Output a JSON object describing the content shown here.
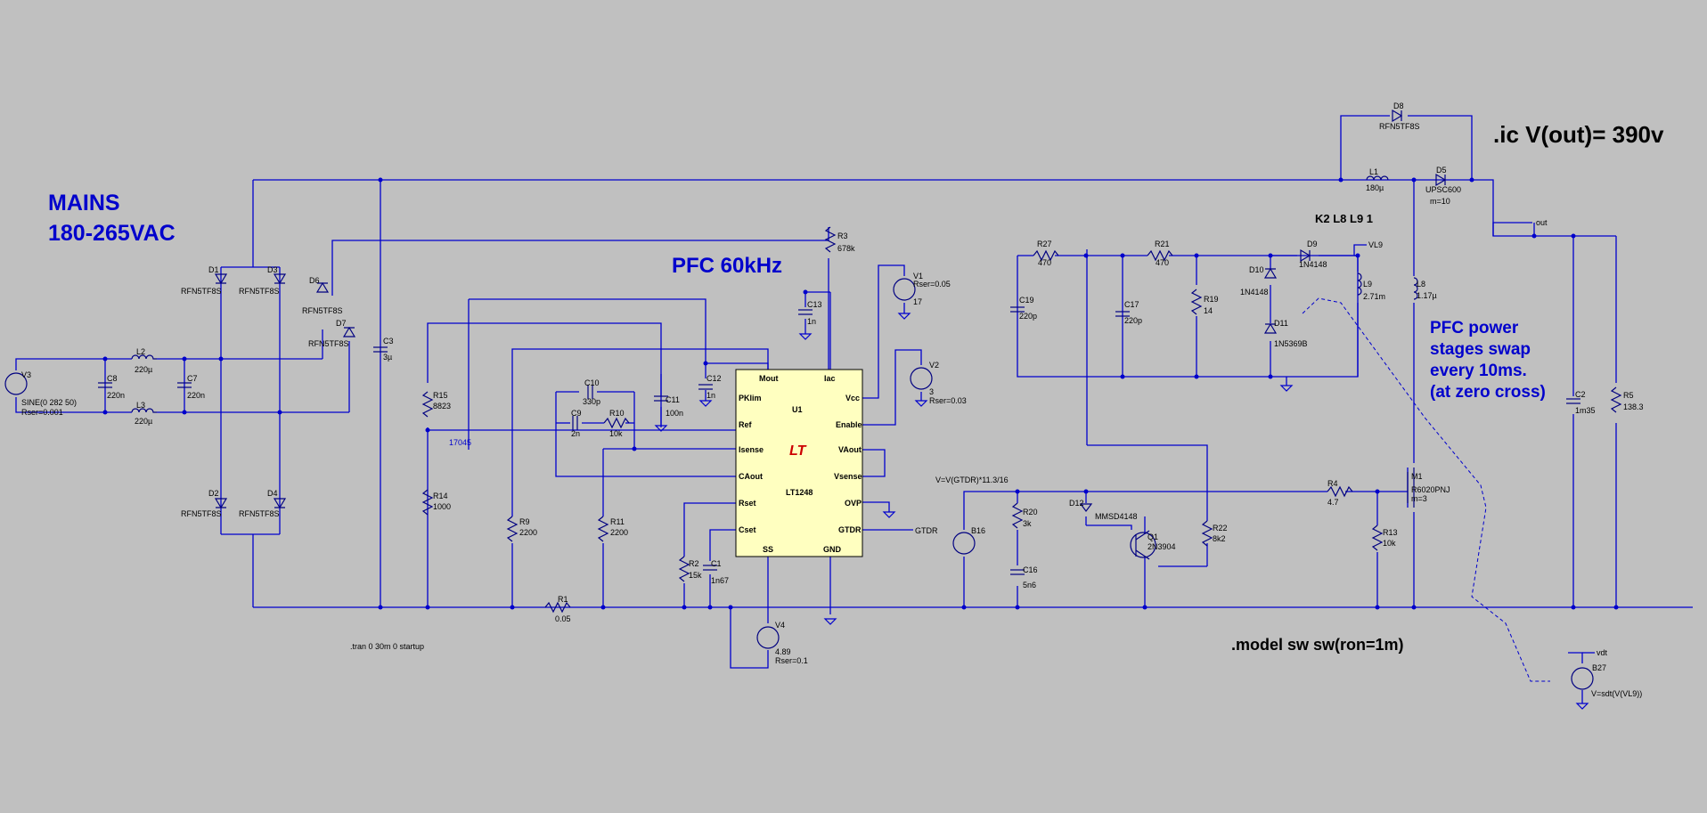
{
  "texts": {
    "mains_line1": "MAINS",
    "mains_line2": "180-265VAC",
    "pfc_title": "PFC 60kHz",
    "ic_directive": ".ic V(out)= 390v",
    "k_directive": "K2 L8 L9 1",
    "model_directive": ".model sw sw(ron=1m)",
    "tran_directive": ".tran 0 30m 0 startup",
    "note_line1": "PFC power",
    "note_line2": "stages swap",
    "note_line3": "every 10ms.",
    "note_line4": "(at zero cross)",
    "b16_expr": "V=V(GTDR)*11.3/16",
    "b27_expr": "V=sdt(V(VL9))",
    "net_17045": "17045"
  },
  "components": {
    "V3": {
      "name": "V3",
      "value": "SINE(0 282 50)",
      "extra": "Rser=0.001"
    },
    "C8": {
      "name": "C8",
      "value": "220n"
    },
    "L2": {
      "name": "L2",
      "value": "220µ"
    },
    "L3": {
      "name": "L3",
      "value": "220µ"
    },
    "C7": {
      "name": "C7",
      "value": "220n"
    },
    "D1": {
      "name": "D1",
      "value": "RFN5TF8S"
    },
    "D2": {
      "name": "D2",
      "value": "RFN5TF8S"
    },
    "D3": {
      "name": "D3",
      "value": "RFN5TF8S"
    },
    "D4": {
      "name": "D4",
      "value": "RFN5TF8S"
    },
    "D6": {
      "name": "D6",
      "value": "RFN5TF8S"
    },
    "D7": {
      "name": "D7",
      "value": "RFN5TF8S"
    },
    "C3": {
      "name": "C3",
      "value": "3µ"
    },
    "R15": {
      "name": "R15",
      "value": "8823"
    },
    "R14": {
      "name": "R14",
      "value": "1000"
    },
    "R9": {
      "name": "R9",
      "value": "2200"
    },
    "R1": {
      "name": "R1",
      "value": "0.05"
    },
    "R11": {
      "name": "R11",
      "value": "2200"
    },
    "C10": {
      "name": "C10",
      "value": "330p"
    },
    "C9": {
      "name": "C9",
      "value": "2n"
    },
    "R10": {
      "name": "R10",
      "value": "10k"
    },
    "C11": {
      "name": "C11",
      "value": "100n"
    },
    "C12": {
      "name": "C12",
      "value": "1n"
    },
    "C13": {
      "name": "C13",
      "value": "1n"
    },
    "R3": {
      "name": "R3",
      "value": "678k"
    },
    "V1": {
      "name": "V1",
      "value": "17",
      "extra": "Rser=0.05"
    },
    "V2": {
      "name": "V2",
      "value": "3",
      "extra": "Rser=0.03"
    },
    "R2": {
      "name": "R2",
      "value": "15k"
    },
    "C1": {
      "name": "C1",
      "value": "1n67"
    },
    "V4": {
      "name": "V4",
      "value": "4.89",
      "extra": "Rser=0.1"
    },
    "U1": {
      "name": "U1",
      "value": "LT1248"
    },
    "B16": {
      "name": "B16"
    },
    "R20": {
      "name": "R20",
      "value": "3k"
    },
    "C16": {
      "name": "C16",
      "value": "5n6"
    },
    "D12": {
      "name": "D12",
      "value": "MMSD4148"
    },
    "Q1": {
      "name": "Q1",
      "value": "2N3904"
    },
    "R22": {
      "name": "R22",
      "value": "8k2"
    },
    "R4": {
      "name": "R4",
      "value": "4.7"
    },
    "R13": {
      "name": "R13",
      "value": "10k"
    },
    "M1": {
      "name": "M1",
      "value": "R6020PNJ",
      "extra": "m=3"
    },
    "R27": {
      "name": "R27",
      "value": "470"
    },
    "C19": {
      "name": "C19",
      "value": "220p"
    },
    "C17": {
      "name": "C17",
      "value": "220p"
    },
    "R21": {
      "name": "R21",
      "value": "470"
    },
    "R19": {
      "name": "R19",
      "value": "14"
    },
    "D9": {
      "name": "D9",
      "value": "1N4148"
    },
    "D10": {
      "name": "D10",
      "value": "1N4148"
    },
    "D11": {
      "name": "D11",
      "value": "1N5369B"
    },
    "L9": {
      "name": "L9",
      "value": "2.71m"
    },
    "L8": {
      "name": "L8",
      "value": "1.17µ"
    },
    "L1": {
      "name": "L1",
      "value": "180µ"
    },
    "D8": {
      "name": "D8",
      "value": "RFN5TF8S"
    },
    "D5": {
      "name": "D5",
      "value": "UPSC600",
      "extra": "m=10"
    },
    "C2": {
      "name": "C2",
      "value": "1m35"
    },
    "R5": {
      "name": "R5",
      "value": "138.3"
    },
    "B27": {
      "name": "B27"
    }
  },
  "pins": {
    "mout": "Mout",
    "iac": "Iac",
    "pklim": "PKlim",
    "vcc": "Vcc",
    "ref": "Ref",
    "enable": "Enable",
    "isense": "Isense",
    "vaout": "VAout",
    "caout": "CAout",
    "vsense": "Vsense",
    "rset": "Rset",
    "ovp": "OVP",
    "cset": "Cset",
    "gtdr": "GTDR",
    "ss": "SS",
    "gnd": "GND"
  },
  "nets": {
    "out": "out",
    "gtdr": "GTDR",
    "vl9": "VL9",
    "vdt": "vdt"
  },
  "colors": {
    "background": "#c0c0c0",
    "wire": "#0000cc",
    "ic_fill": "#ffffc0",
    "logo": "#cc0000"
  }
}
